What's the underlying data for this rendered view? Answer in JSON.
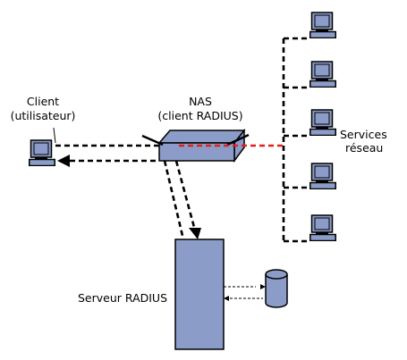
{
  "labels": {
    "client_line1": "Client",
    "client_line2": "(utilisateur)",
    "nas_line1": "NAS",
    "nas_line2": "(client RADIUS)",
    "services_line1": "Services",
    "services_line2": "réseau",
    "server": "Serveur RADIUS"
  },
  "colors": {
    "device_fill": "#8b9cc8",
    "outline": "#000000",
    "accent_line": "#e02020",
    "background": "#ffffff"
  },
  "icons": {
    "client": "computer-icon",
    "services": "computer-icon",
    "nas": "network-device-box",
    "database": "database-cylinder-icon"
  }
}
